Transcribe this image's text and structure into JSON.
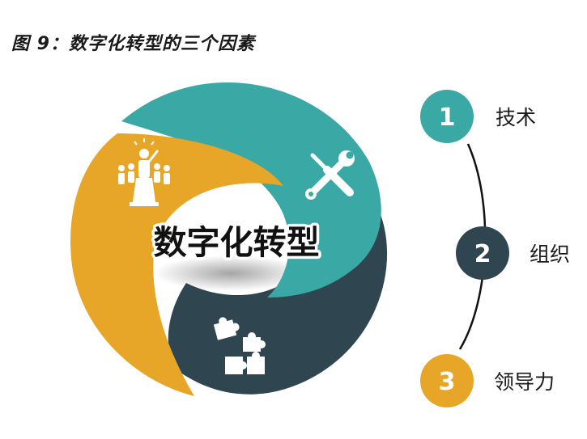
{
  "title": "图 9：数字化转型的三个因素",
  "center_label": "数字化转型",
  "colors": {
    "teal": "#3aa9a6",
    "dark": "#2f4550",
    "orange": "#e8a628"
  },
  "factors": [
    {
      "number": "1",
      "label": "技术",
      "color": "#3aa9a6",
      "icon": "wrench-screwdriver-icon"
    },
    {
      "number": "2",
      "label": "组织",
      "color": "#2f4550",
      "icon": "puzzle-icon"
    },
    {
      "number": "3",
      "label": "领导力",
      "color": "#e8a628",
      "icon": "leader-team-icon"
    }
  ]
}
